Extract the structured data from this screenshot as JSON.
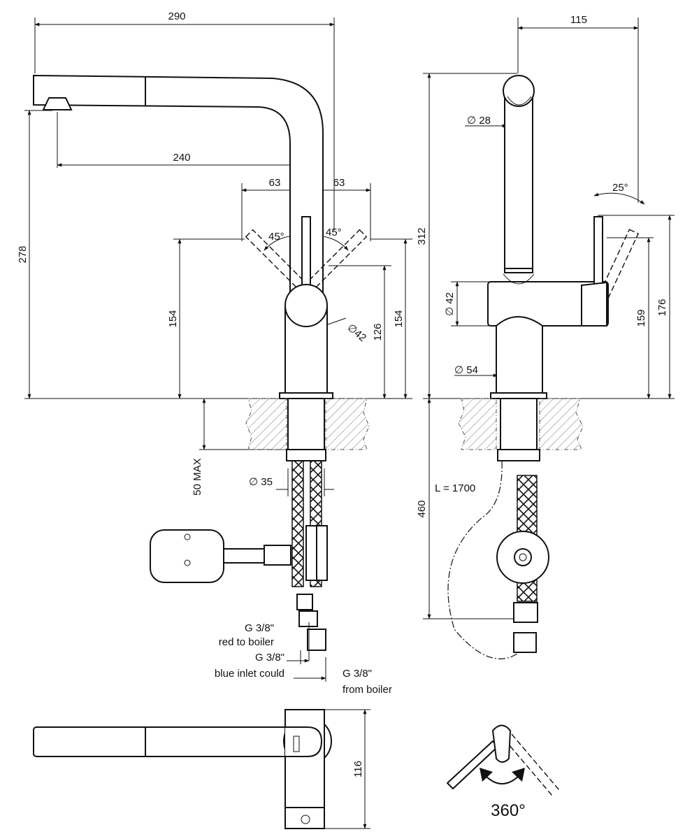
{
  "front_view": {
    "dim_total_width": "290",
    "dim_spout_reach": "240",
    "dim_lever_left": "63",
    "dim_lever_right": "63",
    "dim_angle_left": "45°",
    "dim_angle_right": "45°",
    "dim_total_height": "278",
    "dim_height_left": "154",
    "dim_body_height": "126",
    "dim_height_right": "154",
    "dim_lever_diameter": "∅42",
    "dim_max_thickness": "50 MAX",
    "dim_shank_diameter": "∅ 35",
    "conn_red_thread": "G 3/8\"",
    "conn_red_label": "red to boiler",
    "conn_blue_thread": "G 3/8\"",
    "conn_blue_label": "blue inlet could",
    "conn_from_thread": "G 3/8\"",
    "conn_from_label": "from boiler"
  },
  "side_view": {
    "dim_depth": "115",
    "dim_spout_diameter": "∅ 28",
    "dim_lever_angle": "25°",
    "dim_total_height": "312",
    "dim_head_diameter": "∅ 42",
    "dim_lever_height": "159",
    "dim_lever_top_height": "176",
    "dim_base_diameter": "∅ 54",
    "dim_hose_length": "L = 1700",
    "dim_below_counter": "460"
  },
  "top_view": {
    "dim_width": "116"
  },
  "rotation": {
    "label": "360°"
  }
}
